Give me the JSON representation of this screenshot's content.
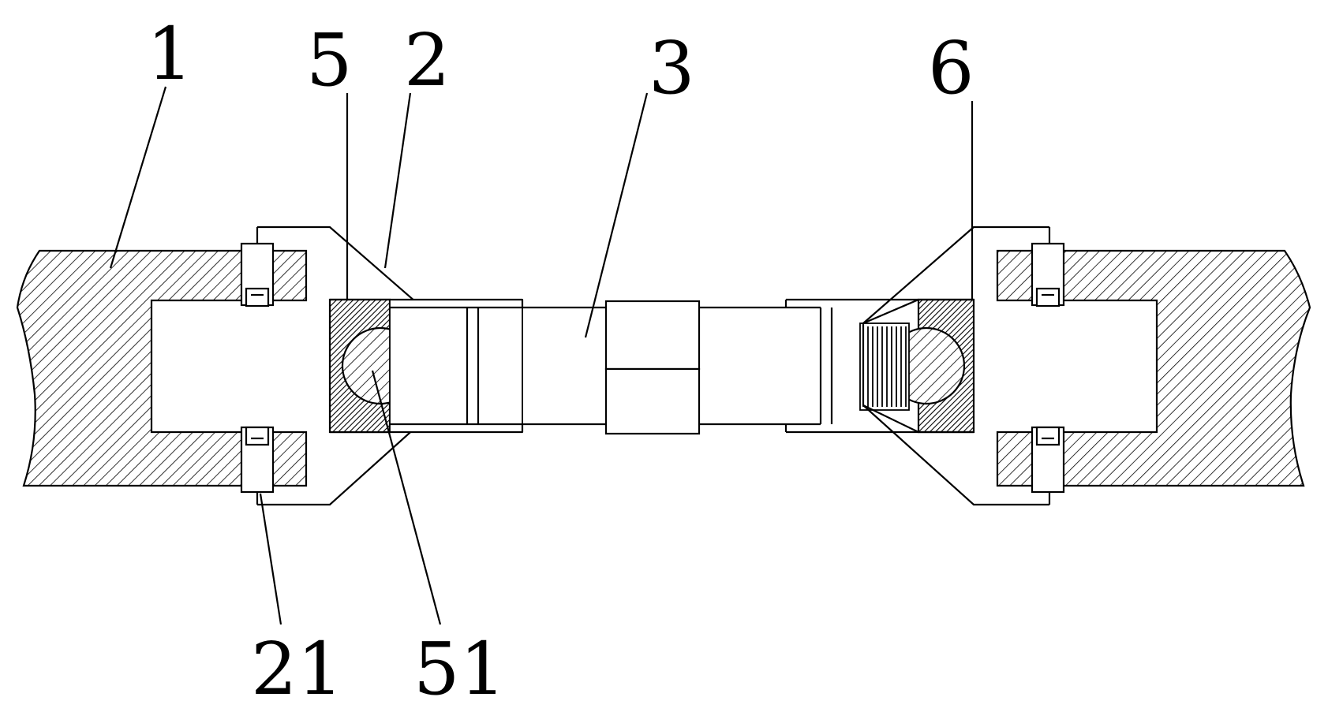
{
  "figure": {
    "background": "#ffffff",
    "stroke_color": "#000000",
    "labels": [
      {
        "id": "label-1",
        "text": "1"
      },
      {
        "id": "label-5",
        "text": "5"
      },
      {
        "id": "label-2",
        "text": "2"
      },
      {
        "id": "label-3",
        "text": "3"
      },
      {
        "id": "label-6",
        "text": "6"
      },
      {
        "id": "label-21",
        "text": "21"
      },
      {
        "id": "label-51",
        "text": "51"
      }
    ]
  }
}
